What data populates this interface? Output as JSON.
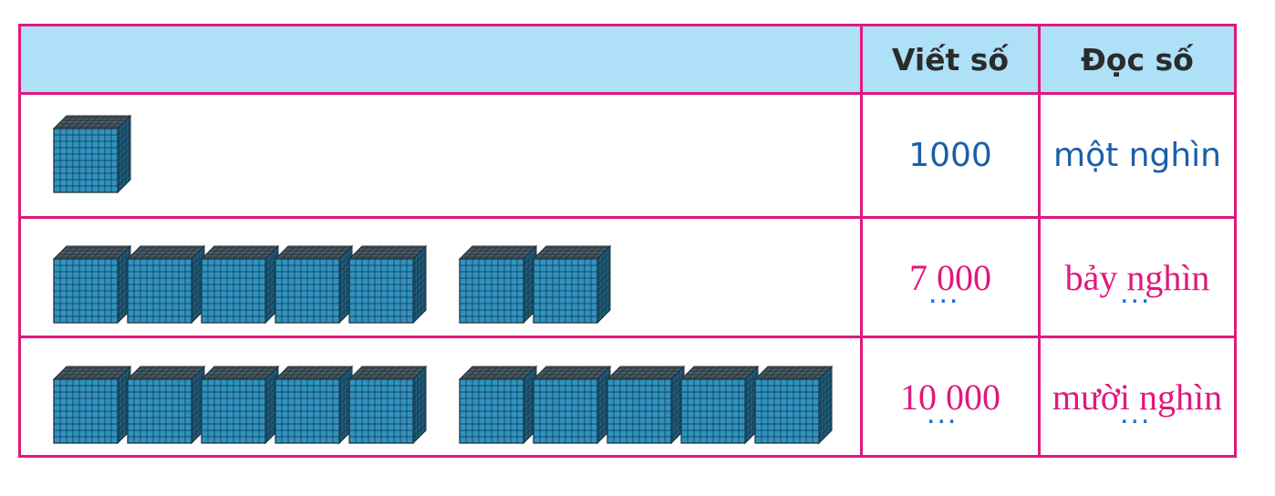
{
  "header": {
    "col_write": "Viết số",
    "col_read": "Đọc số"
  },
  "rows": [
    {
      "cubes": 1,
      "groups": [
        1
      ],
      "write": "1000",
      "read": "một nghìn",
      "filled": false
    },
    {
      "cubes": 7,
      "groups": [
        5,
        2
      ],
      "write": "7 000",
      "read": "bảy nghìn",
      "filled": true
    },
    {
      "cubes": 10,
      "groups": [
        5,
        5
      ],
      "write": "10 000",
      "read": "mười nghìn",
      "filled": true
    }
  ],
  "blank_marker": "...",
  "colors": {
    "border": "#e0187e",
    "header": "#aee0f7",
    "cube": "#2f93c2",
    "printed": "#1a5fa8",
    "handwritten": "#e0187e"
  }
}
